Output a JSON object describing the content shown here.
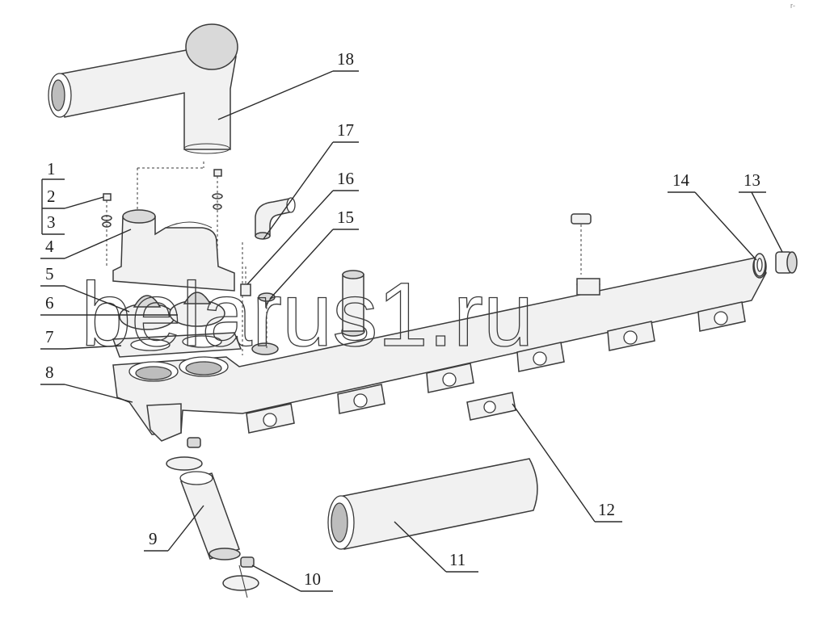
{
  "watermark": "belarus1.ru",
  "corner_mark": "r-",
  "labels": {
    "l1": "1",
    "l2": "2",
    "l3": "3",
    "l4": "4",
    "l5": "5",
    "l6": "6",
    "l7": "7",
    "l8": "8",
    "l9": "9",
    "l10": "10",
    "l11": "11",
    "l12": "12",
    "l13": "13",
    "l14": "14",
    "l15": "15",
    "l16": "16",
    "l17": "17",
    "l18": "18"
  }
}
